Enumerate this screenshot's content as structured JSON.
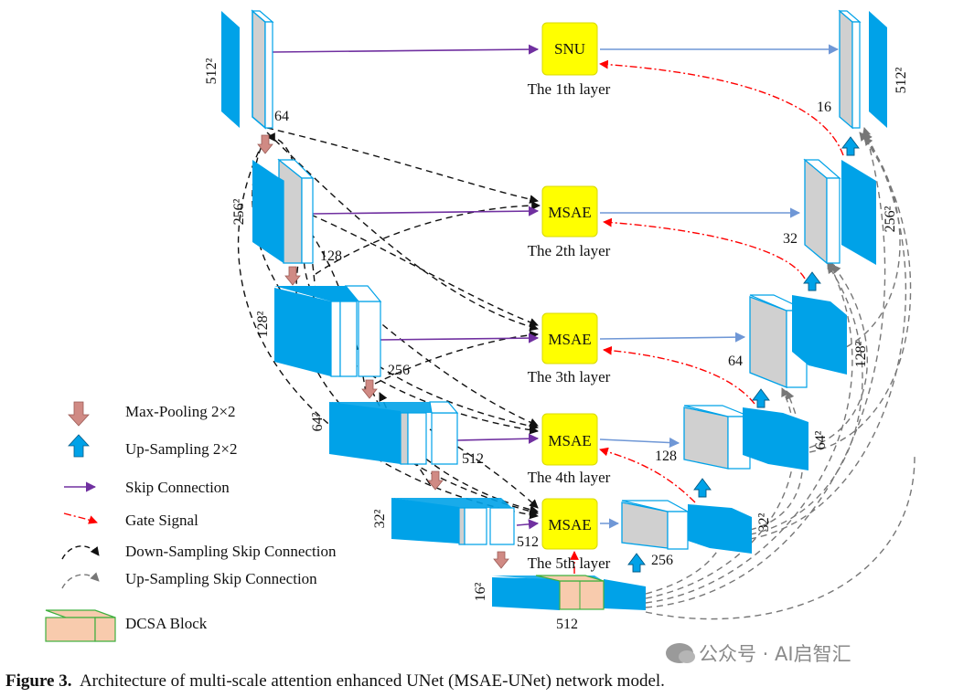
{
  "layers": {
    "l1": {
      "block": "SNU",
      "caption": "The 1th layer"
    },
    "l2": {
      "block": "MSAE",
      "caption": "The 2th layer"
    },
    "l3": {
      "block": "MSAE",
      "caption": "The 3th layer"
    },
    "l4": {
      "block": "MSAE",
      "caption": "The 4th layer"
    },
    "l5": {
      "block": "MSAE",
      "caption": "The 5th layer"
    }
  },
  "encoder": {
    "e1": {
      "size": "512²",
      "channels": "64"
    },
    "e2": {
      "size": "256²",
      "channels": "128"
    },
    "e3": {
      "size": "128²",
      "channels": "256"
    },
    "e4": {
      "size": "64²",
      "channels": "512"
    },
    "e5": {
      "size": "32²",
      "channels": "512"
    }
  },
  "bottleneck": {
    "size": "16²",
    "channels": "512"
  },
  "decoder": {
    "d1": {
      "size": "512²",
      "channels": "16"
    },
    "d2": {
      "size": "256²",
      "channels": "32"
    },
    "d3": {
      "size": "128²",
      "channels": "64"
    },
    "d4": {
      "size": "64²",
      "channels": "128"
    },
    "d5": {
      "size": "32²",
      "channels": "256"
    }
  },
  "legend": {
    "max_pooling": "Max-Pooling 2×2",
    "up_sampling": "Up-Sampling 2×2",
    "skip": "Skip Connection",
    "gate": "Gate Signal",
    "down_skip": "Down-Sampling Skip Connection",
    "up_skip": "Up-Sampling Skip Connection",
    "dcsa": "DCSA Block"
  },
  "watermark": "公众号 · AI启智汇",
  "caption": {
    "label": "Figure 3.",
    "text": "Architecture of multi-scale attention enhanced UNet (MSAE-UNet) network model."
  },
  "colors": {
    "blue": "#00A2E8",
    "gray": "#D0D0D0",
    "yellow": "#FFFF00",
    "purple": "#7030A0",
    "arrow_blue": "#6F97D6",
    "red": "#FF0000",
    "pool": "#D08A84",
    "dcsa": "#F8CBAD",
    "dcsa_edge": "#3FB03F"
  }
}
